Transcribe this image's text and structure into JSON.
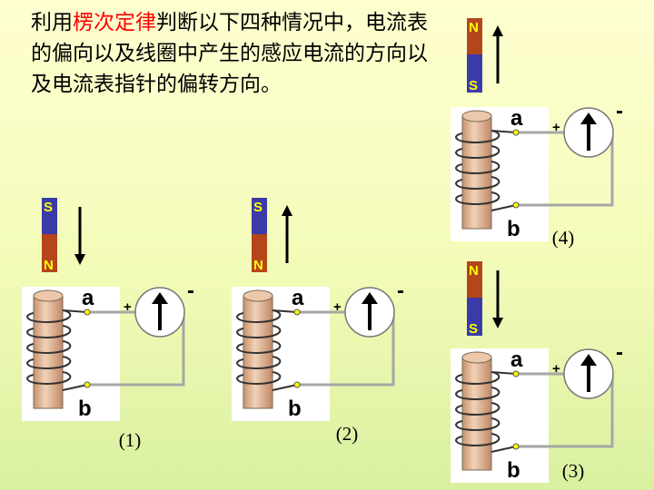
{
  "instruction": {
    "prefix": "利用",
    "highlight": "楞次定律",
    "suffix": "判断以下四种情况中，电流表的偏向以及线圈中产生的感应电流的方向以及电流表指针的偏转方向。"
  },
  "colors": {
    "text_highlight": "#ff0000",
    "magnet_north": "#b5451b",
    "magnet_south": "#3b3ba8",
    "pole_letter": "#ffff00",
    "wire": "#a6a6a6",
    "coil_body": "#dcae8c"
  },
  "terminal_top_label": "a",
  "terminal_bottom_label": "b",
  "meter_plus_label": "+",
  "meter_minus_label": "-",
  "cases": [
    {
      "caption": "(1)",
      "magnet_top_pole": "S",
      "magnet_bottom_pole": "N",
      "motion": "down"
    },
    {
      "caption": "(2)",
      "magnet_top_pole": "S",
      "magnet_bottom_pole": "N",
      "motion": "up"
    },
    {
      "caption": "(3)",
      "magnet_top_pole": "N",
      "magnet_bottom_pole": "S",
      "motion": "down"
    },
    {
      "caption": "(4)",
      "magnet_top_pole": "N",
      "magnet_bottom_pole": "S",
      "motion": "up"
    }
  ]
}
